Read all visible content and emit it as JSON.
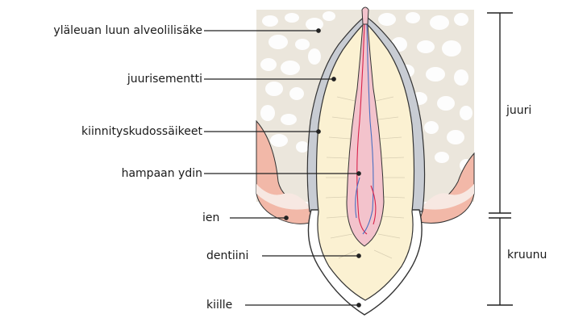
{
  "labels": {
    "alveolar_bone": "yläleuan luun alveolilisäke",
    "cementum": "juurisementti",
    "ligament": "kiinnityskudossäikeet",
    "pulp": "hampaan ydin",
    "gum": "ien",
    "dentin": "dentiini",
    "enamel": "kiille",
    "root": "juuri",
    "crown": "kruunu"
  },
  "colors": {
    "bone": "#ebe6dc",
    "bone_cells": "#ffffff",
    "gum": "#f2b8a8",
    "dentin": "#fbf1d2",
    "pulp": "#f3c3cc",
    "enamel": "#ffffff",
    "ligament": "#c8ccd3",
    "vessel_red": "#d8224a",
    "vessel_blue": "#4a6fc0",
    "line": "#222222"
  }
}
